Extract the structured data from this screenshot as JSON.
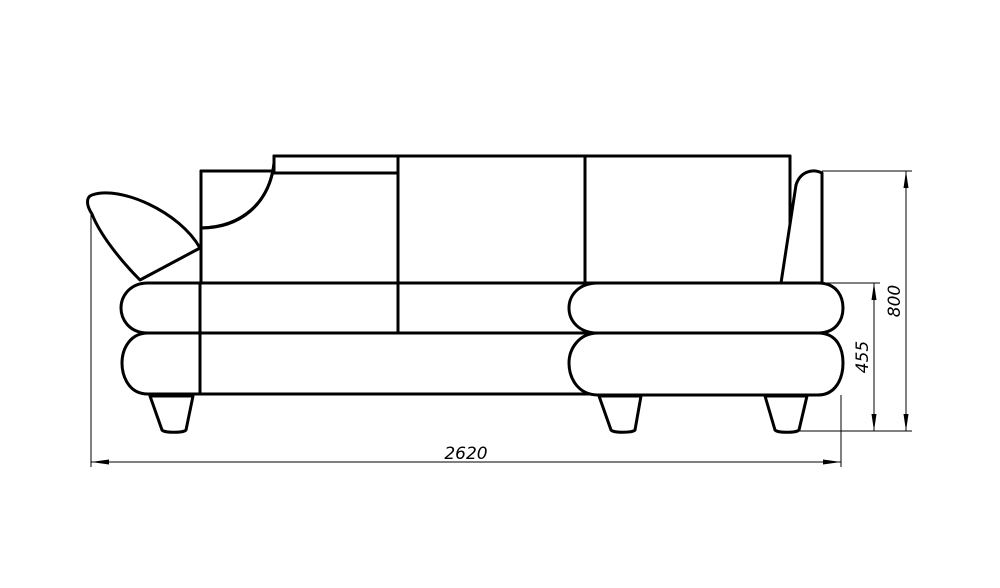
{
  "dimensions": {
    "overall_width": "2620",
    "seat_height": "455",
    "overall_height": "800"
  }
}
